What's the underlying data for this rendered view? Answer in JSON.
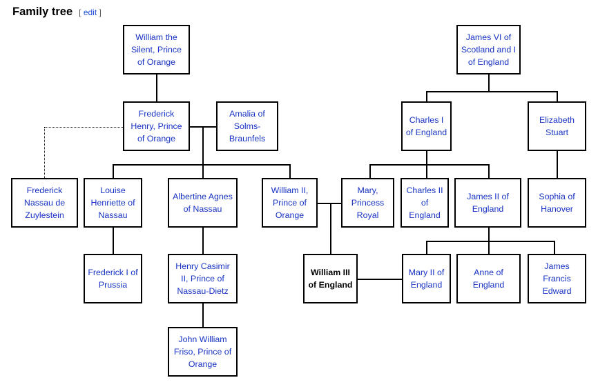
{
  "header": {
    "title": "Family tree",
    "edit_open_bracket": "[",
    "edit_label": "edit",
    "edit_close_bracket": "]"
  },
  "colors": {
    "link_blue": "#1732c4",
    "edit_blue": "#1d4ed8",
    "node_border": "#000000",
    "bracket_gray": "#54595d",
    "background": "#ffffff"
  },
  "chart_data": {
    "type": "diagram",
    "title": "Family tree",
    "diagram_kind": "genealogy-family-tree",
    "focus_person": "William III of England",
    "nodes": [
      {
        "id": "william-the-silent",
        "label": "William the Silent, Prince of Orange",
        "generation": 1,
        "highlighted": false
      },
      {
        "id": "james-vi-i",
        "label": "James VI of Scotland and I of England",
        "generation": 1,
        "highlighted": false
      },
      {
        "id": "frederick-henry",
        "label": "Frederick Henry, Prince of Orange",
        "generation": 2,
        "highlighted": false
      },
      {
        "id": "amalia-solms",
        "label": "Amalia of Solms-Braunfels",
        "generation": 2,
        "highlighted": false
      },
      {
        "id": "charles-i",
        "label": "Charles I of England",
        "generation": 2,
        "highlighted": false
      },
      {
        "id": "elizabeth-stuart",
        "label": "Elizabeth Stuart",
        "generation": 2,
        "highlighted": false
      },
      {
        "id": "frederick-nassau-zuylestein",
        "label": "Frederick Nassau de Zuylestein",
        "generation": 3,
        "highlighted": false
      },
      {
        "id": "louise-henriette",
        "label": "Louise Henriette of Nassau",
        "generation": 3,
        "highlighted": false
      },
      {
        "id": "albertine-agnes",
        "label": "Albertine Agnes of Nassau",
        "generation": 3,
        "highlighted": false
      },
      {
        "id": "william-ii",
        "label": "William II, Prince of Orange",
        "generation": 3,
        "highlighted": false
      },
      {
        "id": "mary-princess-royal",
        "label": "Mary, Princess Royal",
        "generation": 3,
        "highlighted": false
      },
      {
        "id": "charles-ii",
        "label": "Charles II of England",
        "generation": 3,
        "highlighted": false
      },
      {
        "id": "james-ii",
        "label": "James II of England",
        "generation": 3,
        "highlighted": false
      },
      {
        "id": "sophia-hanover",
        "label": "Sophia of Hanover",
        "generation": 3,
        "highlighted": false
      },
      {
        "id": "frederick-i-prussia",
        "label": "Frederick I of Prussia",
        "generation": 4,
        "highlighted": false
      },
      {
        "id": "henry-casimir-ii",
        "label": "Henry Casimir II, Prince of Nassau-Dietz",
        "generation": 4,
        "highlighted": false
      },
      {
        "id": "william-iii",
        "label": "William III of England",
        "generation": 4,
        "highlighted": true
      },
      {
        "id": "mary-ii",
        "label": "Mary II of England",
        "generation": 4,
        "highlighted": false
      },
      {
        "id": "anne",
        "label": "Anne of England",
        "generation": 4,
        "highlighted": false
      },
      {
        "id": "james-francis-edward",
        "label": "James Francis Edward",
        "generation": 4,
        "highlighted": false
      },
      {
        "id": "john-william-friso",
        "label": "John William Friso, Prince of Orange",
        "generation": 5,
        "highlighted": false
      }
    ],
    "edges": [
      {
        "from": "william-the-silent",
        "to": "frederick-henry",
        "kind": "descent"
      },
      {
        "from": "frederick-henry",
        "to": "amalia-solms",
        "kind": "marriage"
      },
      {
        "from": "frederick-henry",
        "to": "frederick-nassau-zuylestein",
        "kind": "illegitimate-descent-dotted"
      },
      {
        "from": "frederick-henry+amalia-solms",
        "to": "louise-henriette",
        "kind": "descent"
      },
      {
        "from": "frederick-henry+amalia-solms",
        "to": "albertine-agnes",
        "kind": "descent"
      },
      {
        "from": "frederick-henry+amalia-solms",
        "to": "william-ii",
        "kind": "descent"
      },
      {
        "from": "james-vi-i",
        "to": "charles-i",
        "kind": "descent"
      },
      {
        "from": "james-vi-i",
        "to": "elizabeth-stuart",
        "kind": "descent"
      },
      {
        "from": "charles-i",
        "to": "mary-princess-royal",
        "kind": "descent"
      },
      {
        "from": "charles-i",
        "to": "charles-ii",
        "kind": "descent"
      },
      {
        "from": "charles-i",
        "to": "james-ii",
        "kind": "descent"
      },
      {
        "from": "elizabeth-stuart",
        "to": "sophia-hanover",
        "kind": "descent"
      },
      {
        "from": "louise-henriette",
        "to": "frederick-i-prussia",
        "kind": "descent"
      },
      {
        "from": "albertine-agnes",
        "to": "henry-casimir-ii",
        "kind": "descent"
      },
      {
        "from": "william-ii",
        "to": "mary-princess-royal",
        "kind": "marriage"
      },
      {
        "from": "william-ii+mary-princess-royal",
        "to": "william-iii",
        "kind": "descent"
      },
      {
        "from": "james-ii",
        "to": "mary-ii",
        "kind": "descent"
      },
      {
        "from": "james-ii",
        "to": "anne",
        "kind": "descent"
      },
      {
        "from": "james-ii",
        "to": "james-francis-edward",
        "kind": "descent"
      },
      {
        "from": "william-iii",
        "to": "mary-ii",
        "kind": "marriage"
      },
      {
        "from": "henry-casimir-ii",
        "to": "john-william-friso",
        "kind": "descent"
      }
    ]
  }
}
